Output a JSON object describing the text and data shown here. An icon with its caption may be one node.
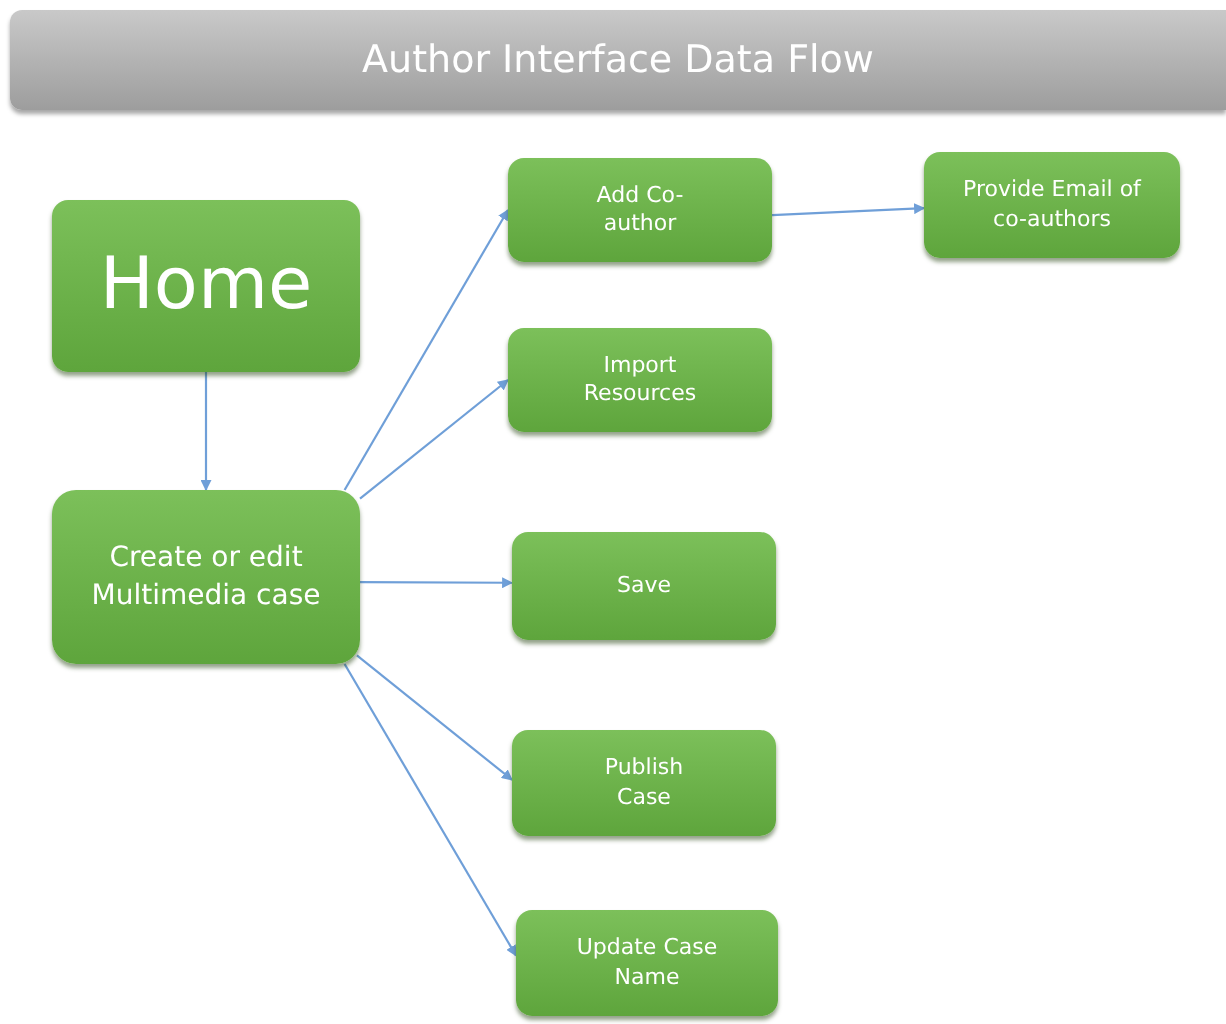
{
  "diagram": {
    "title": "Author Interface Data Flow",
    "nodes": [
      {
        "text": [
          "Home"
        ]
      },
      {
        "text": [
          "Create or edit Multimedia case"
        ]
      },
      {
        "text": [
          "Add Co-author"
        ]
      },
      {
        "text": [
          "Provide Email of co-authors"
        ]
      },
      {
        "text": [
          "Import Resources"
        ]
      },
      {
        "text": [
          "Save"
        ]
      },
      {
        "text": [
          "Publish Case"
        ]
      },
      {
        "text": [
          "Update Case Name"
        ]
      }
    ],
    "edges": [
      {
        "from": 0,
        "to": 1,
        "arrow": "to"
      },
      {
        "from": 1,
        "to": 2,
        "arrow": "to"
      },
      {
        "from": 2,
        "to": 3,
        "arrow": "to"
      },
      {
        "from": 1,
        "to": 4,
        "arrow": "to"
      },
      {
        "from": 1,
        "to": 5,
        "arrow": "to"
      },
      {
        "from": 1,
        "to": 6,
        "arrow": "to"
      },
      {
        "from": 1,
        "to": 7,
        "arrow": "to"
      }
    ]
  }
}
